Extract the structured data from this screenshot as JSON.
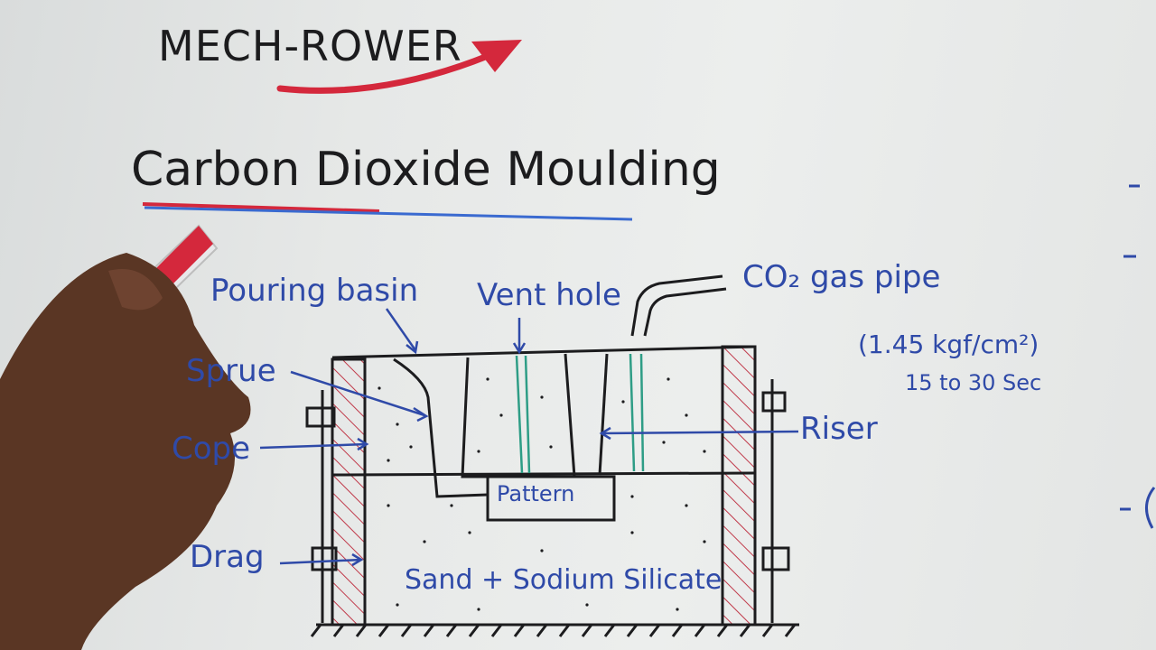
{
  "brand": "MECH-ROWER",
  "title": "Carbon Dioxide Moulding",
  "labels": {
    "pouring_basin": "Pouring basin",
    "vent_hole": "Vent hole",
    "co2_gas_pipe": "CO₂ gas pipe",
    "pressure": "(1.45 kgf/cm²)",
    "duration": "15 to 30 Sec",
    "sprue": "Sprue",
    "cope": "Cope",
    "riser": "Riser",
    "pattern": "Pattern",
    "drag": "Drag",
    "mixture": "Sand + Sodium Silicate"
  },
  "colors": {
    "ink_black": "#1c1c1e",
    "ink_blue": "#2f4aa8",
    "ink_red": "#d4283c",
    "ink_green": "#2e9d86",
    "hand": "#5a3624"
  }
}
